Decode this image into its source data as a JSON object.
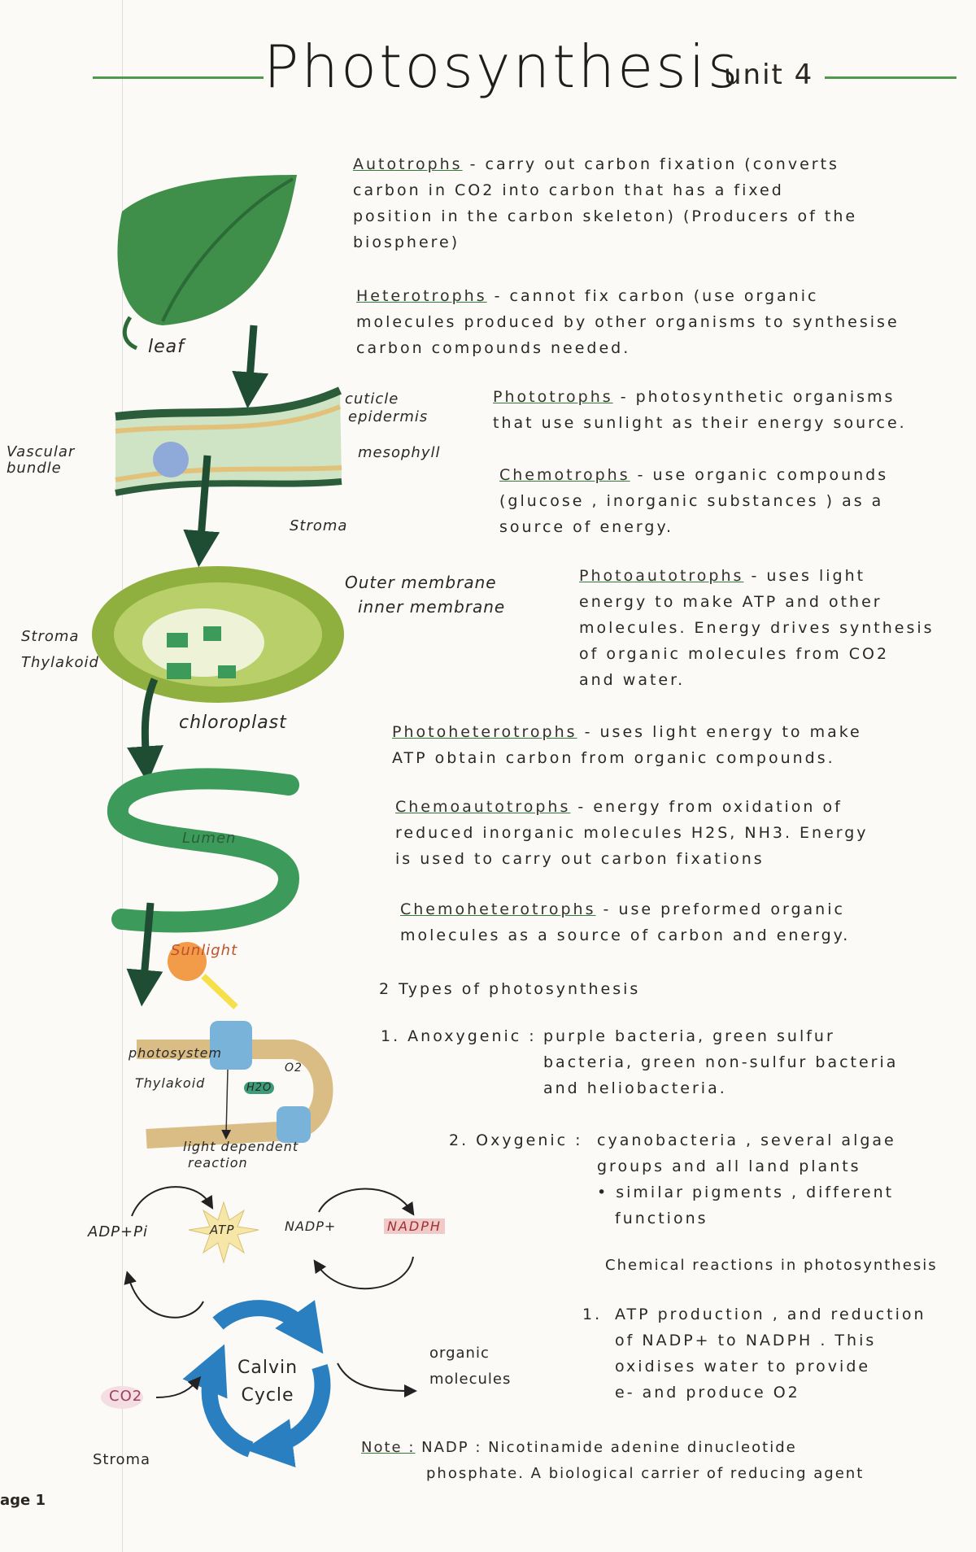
{
  "header": {
    "title": "Photosynthesis",
    "unit": "unit 4"
  },
  "diagram": {
    "leaf": "leaf",
    "cuticle": "cuticle",
    "epidermis": "epidermis",
    "mesophyll": "mesophyll",
    "vascular_bundle": [
      "Vascular",
      "bundle"
    ],
    "stroma_leaf": "Stroma",
    "outer_membrane": "Outer membrane",
    "inner_membrane": "inner membrane",
    "stroma": "Stroma",
    "thylakoid": "Thylakoid",
    "chloroplast": "chloroplast",
    "lumen": "Lumen",
    "sunlight": "Sunlight",
    "photosystem": "photosystem",
    "thylakoid2": "Thylakoid",
    "h2o": "H2O",
    "o2": "O2",
    "light_reaction": [
      "light dependent",
      "reaction"
    ],
    "adp": "ADP+Pi",
    "atp": "ATP",
    "nadp": "NADP+",
    "nadph": "NADPH",
    "calvin": [
      "Calvin",
      "Cycle"
    ],
    "co2": "CO2",
    "organic": [
      "organic",
      "molecules"
    ],
    "stroma_bottom": "Stroma",
    "page": "age 1"
  },
  "notes": {
    "autotrophs": {
      "term": "Autotrophs",
      "lines": [
        "- carry out carbon fixation (converts",
        "carbon in CO2 into carbon that has a fixed",
        "position in the carbon skeleton) (Producers of the",
        "biosphere)"
      ]
    },
    "heterotrophs": {
      "term": "Heterotrophs",
      "lines": [
        "- cannot fix carbon (use organic",
        "molecules produced by other organisms to synthesise",
        "carbon compounds needed."
      ]
    },
    "phototrophs": {
      "term": "Phototrophs",
      "lines": [
        "- photosynthetic organisms",
        "that use sunlight as their energy source."
      ]
    },
    "chemotrophs": {
      "term": "Chemotrophs",
      "lines": [
        "- use organic compounds",
        "(glucose , inorganic substances ) as a",
        "source of energy."
      ]
    },
    "photoautotrophs": {
      "term": "Photoautotrophs",
      "lines": [
        "- uses light",
        "energy to make ATP and other",
        "molecules. Energy drives synthesis",
        "of organic molecules from CO2",
        "and water."
      ]
    },
    "photoheterotrophs": {
      "term": "Photoheterotrophs",
      "lines": [
        "- uses light energy to make",
        "ATP obtain carbon from organic compounds."
      ]
    },
    "chemoautotrophs": {
      "term": "Chemoautotrophs",
      "lines": [
        "- energy from oxidation of",
        "reduced inorganic molecules H2S, NH3. Energy",
        "is used to carry out carbon fixations"
      ]
    },
    "chemoheterotrophs": {
      "term": "Chemoheterotrophs",
      "lines": [
        "- use preformed organic",
        "molecules as a source of carbon and energy."
      ]
    },
    "types_heading": "2 Types of photosynthesis",
    "anoxygenic": {
      "label": "1. Anoxygenic :",
      "lines": [
        "purple bacteria, green sulfur",
        "bacteria, green non-sulfur bacteria",
        "and heliobacteria."
      ]
    },
    "oxygenic": {
      "label": "2. Oxygenic :",
      "lines": [
        "cyanobacteria , several algae",
        "groups and all land plants",
        "• similar pigments , different",
        "functions"
      ]
    },
    "chem_heading": "Chemical reactions in photosynthesis",
    "atp_point": {
      "label": "1.",
      "lines": [
        "ATP production , and reduction",
        "of NADP+ to NADPH . This",
        "oxidises water to provide",
        "e- and produce O2"
      ]
    },
    "note": {
      "term": "Note :",
      "lines": [
        "NADP : Nicotinamide adenine dinucleotide",
        "phosphate. A biological carrier of reducing agent"
      ]
    }
  },
  "colors": {
    "accent_green": "#2e7d3a",
    "leaf_green": "#3f8f4a",
    "calvin_blue": "#2a7fc0",
    "nadph_pink": "#f0c9c9"
  }
}
